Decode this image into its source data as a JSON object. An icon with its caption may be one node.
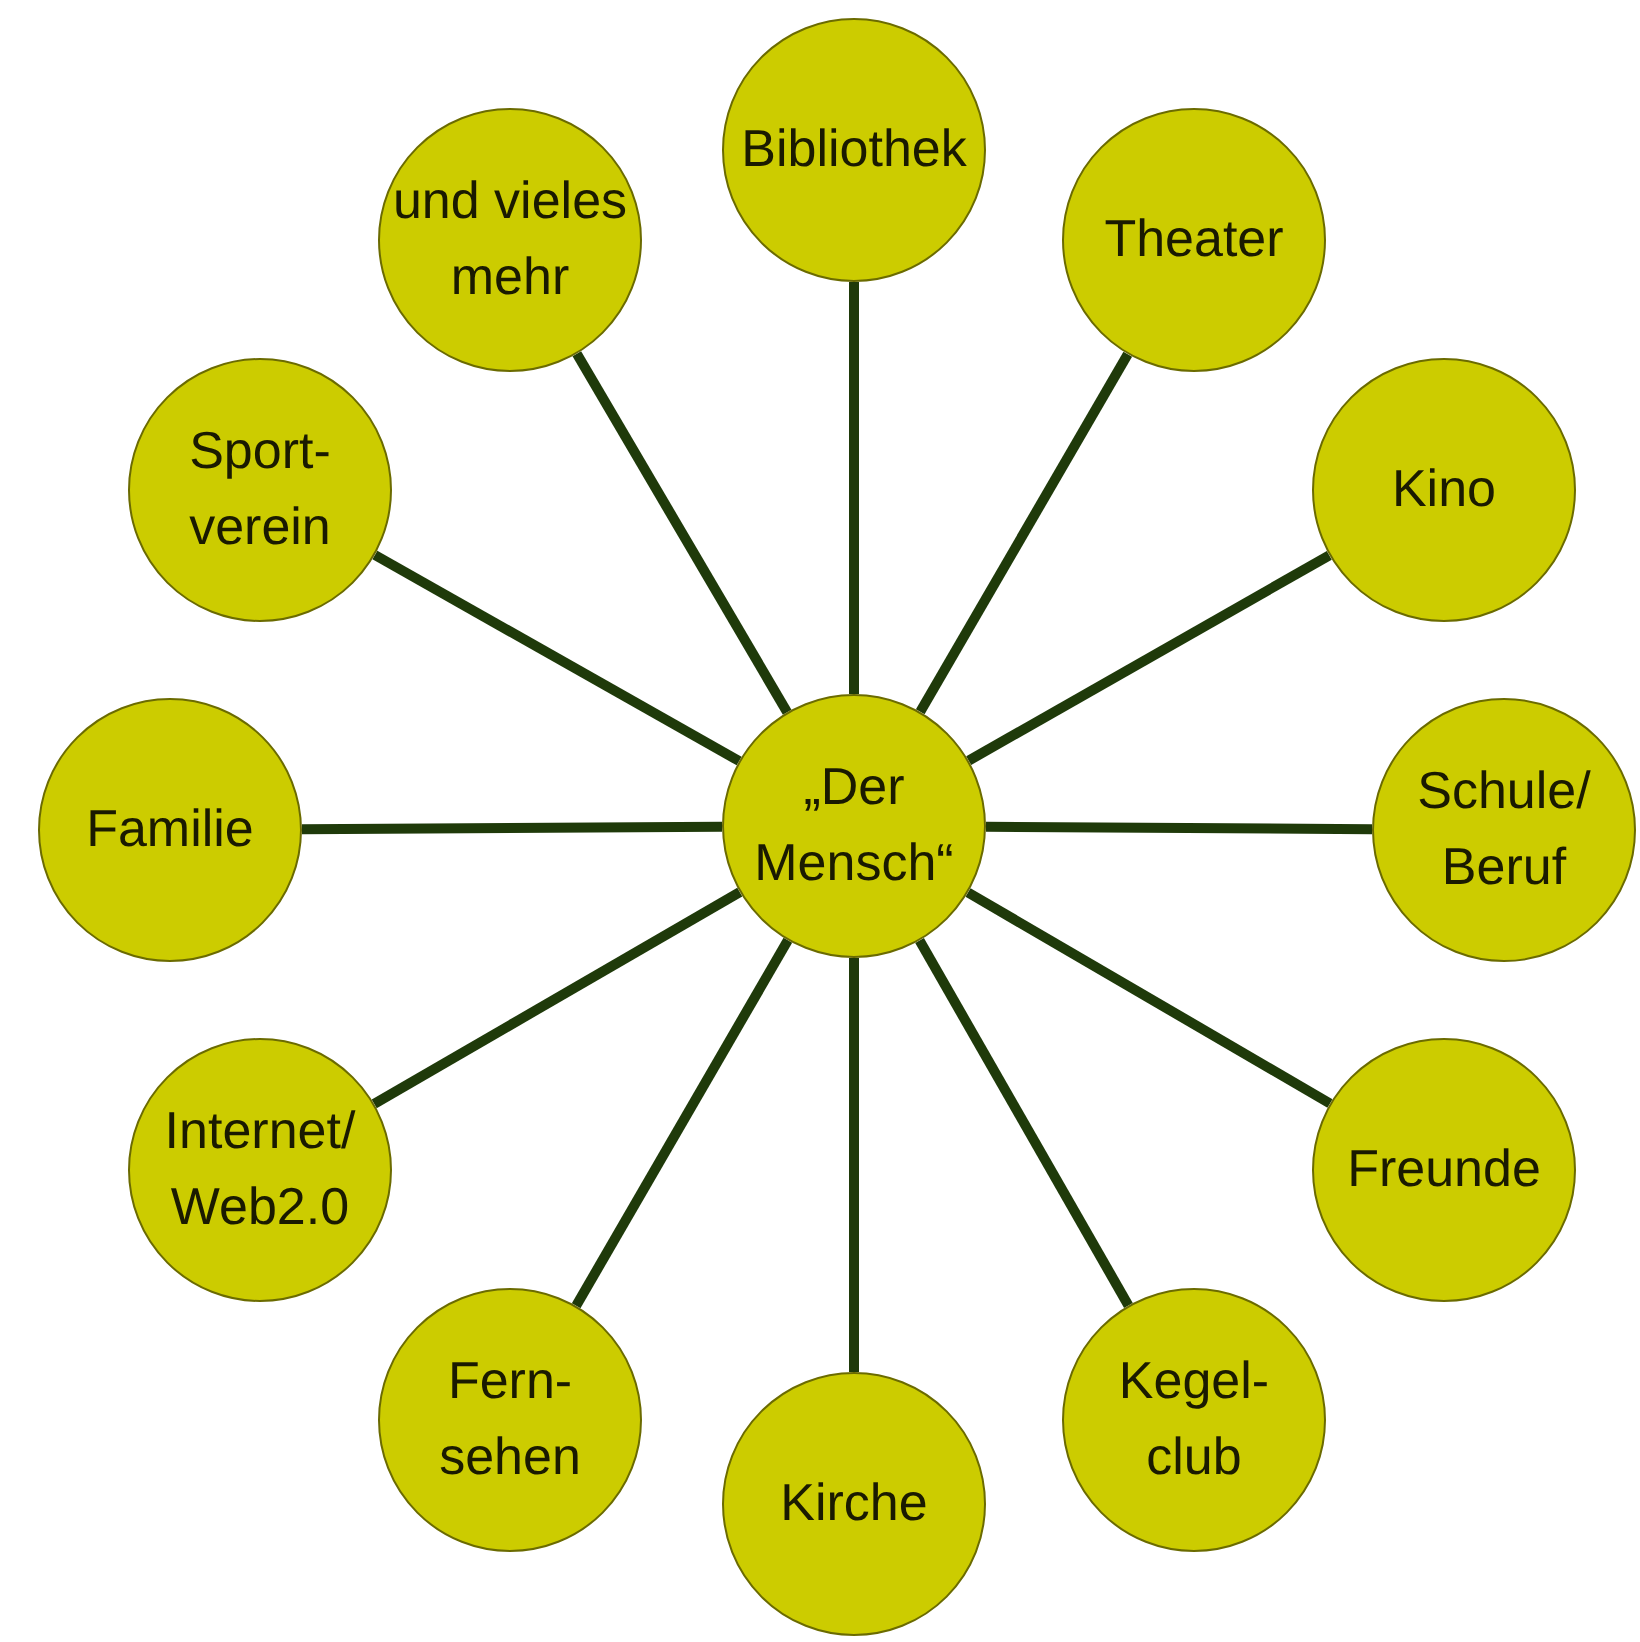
{
  "diagram": {
    "nodes": [
      {
        "text": [
          "„Der Mensch“"
        ]
      },
      {
        "text": [
          "Bibliothek"
        ]
      },
      {
        "text": [
          "Theater"
        ]
      },
      {
        "text": [
          "Kino"
        ]
      },
      {
        "text": [
          "Schule/ Beruf"
        ]
      },
      {
        "text": [
          "Freunde"
        ]
      },
      {
        "text": [
          "Kegel- club"
        ]
      },
      {
        "text": [
          "Kirche"
        ]
      },
      {
        "text": [
          "Fern- sehen"
        ]
      },
      {
        "text": [
          "Internet/ Web2.0"
        ]
      },
      {
        "text": [
          "Familie"
        ]
      },
      {
        "text": [
          "Sport- verein"
        ]
      },
      {
        "text": [
          "und vieles mehr"
        ]
      }
    ],
    "edges": [
      {
        "from": 0,
        "to": 1,
        "arrow": "none"
      },
      {
        "from": 0,
        "to": 2,
        "arrow": "none"
      },
      {
        "from": 0,
        "to": 3,
        "arrow": "none"
      },
      {
        "from": 0,
        "to": 4,
        "arrow": "none"
      },
      {
        "from": 0,
        "to": 5,
        "arrow": "none"
      },
      {
        "from": 0,
        "to": 6,
        "arrow": "none"
      },
      {
        "from": 0,
        "to": 7,
        "arrow": "none"
      },
      {
        "from": 0,
        "to": 8,
        "arrow": "none"
      },
      {
        "from": 0,
        "to": 9,
        "arrow": "none"
      },
      {
        "from": 0,
        "to": 10,
        "arrow": "none"
      },
      {
        "from": 0,
        "to": 11,
        "arrow": "none"
      },
      {
        "from": 0,
        "to": 12,
        "arrow": "none"
      }
    ]
  }
}
